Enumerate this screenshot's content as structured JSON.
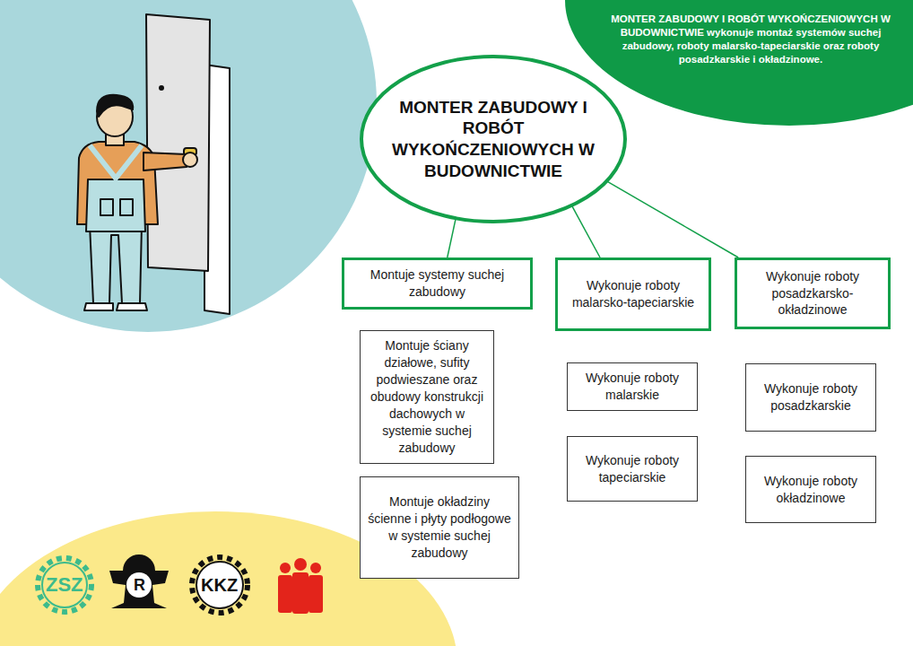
{
  "diagram": {
    "nodes": [
      {
        "text": [
          "MONTER ZABUDOWY I ROBÓT WYKOŃCZENIOWYCH W BUDOWNICTWIE wykonuje montaż systemów suchej zabudowy, roboty malarsko-tapeciarskie oraz roboty posadzkarskie i okładzinowe."
        ]
      },
      {
        "text": [
          "MONTER ZABUDOWY I ROBÓT WYKOŃCZENIOWYCH W BUDOWNICTWIE"
        ]
      },
      {
        "text": [
          "Montuje systemy suchej zabudowy"
        ]
      },
      {
        "text": [
          "Wykonuje roboty malarsko-tapeciarskie"
        ]
      },
      {
        "text": [
          "Wykonuje roboty posadzkarsko-okładzinowe"
        ]
      },
      {
        "text": [
          "Montuje ściany działowe, sufity podwieszane oraz obudowy konstrukcji dachowych w systemie suchej zabudowy"
        ]
      },
      {
        "text": [
          "Montuje okładziny ścienne i płyty podłogowe w systemie suchej zabudowy"
        ]
      },
      {
        "text": [
          "Wykonuje roboty malarskie"
        ]
      },
      {
        "text": [
          "Wykonuje roboty tapeciarskie"
        ]
      },
      {
        "text": [
          "Wykonuje roboty posadzkarskie"
        ]
      },
      {
        "text": [
          "Wykonuje roboty okładzinowe"
        ]
      }
    ],
    "edges": [
      {
        "from": 1,
        "to": 2,
        "arrow": "none"
      },
      {
        "from": 1,
        "to": 3,
        "arrow": "none"
      },
      {
        "from": 1,
        "to": 4,
        "arrow": "none"
      }
    ],
    "labels": [
      "ZSZ",
      "R",
      "KKZ"
    ]
  }
}
